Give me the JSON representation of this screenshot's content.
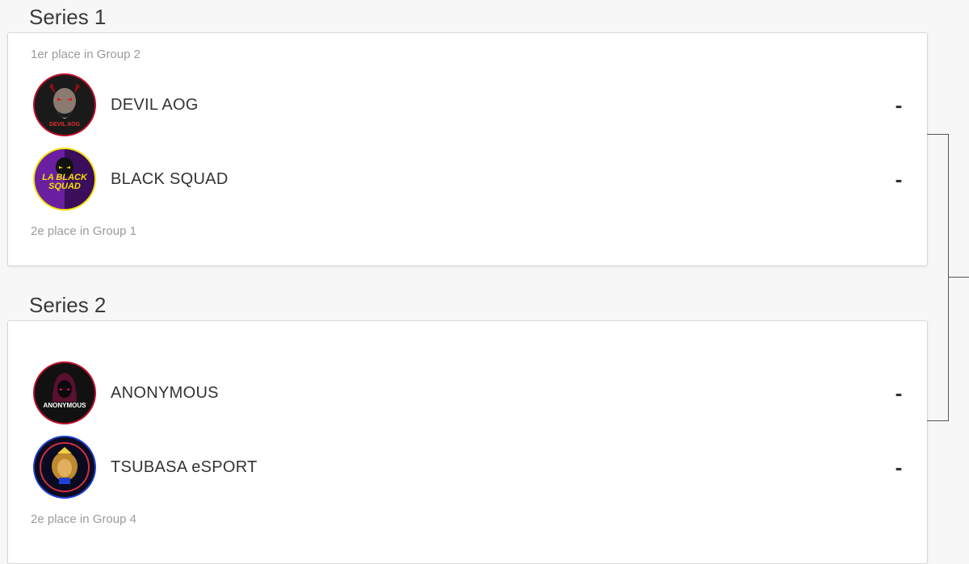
{
  "series": [
    {
      "title": "Series 1",
      "seed_top": "1er place in Group 2",
      "seed_bottom": "2e place in Group 1",
      "teams": [
        {
          "name": "DEVIL AOG",
          "score": "-",
          "logo_icon": "devil-logo-icon",
          "logo_text": "DEVIL AOG"
        },
        {
          "name": "BLACK SQUAD",
          "score": "-",
          "logo_icon": "black-squad-logo-icon",
          "logo_text": "LA BLACK SQUAD"
        }
      ]
    },
    {
      "title": "Series 2",
      "seed_top": "",
      "seed_bottom": "2e place in Group 4",
      "teams": [
        {
          "name": "ANONYMOUS",
          "score": "-",
          "logo_icon": "anonymous-logo-icon",
          "logo_text": "ANONYMOUS"
        },
        {
          "name": "TSUBASA eSPORT",
          "score": "-",
          "logo_icon": "tsubasa-logo-icon",
          "logo_text": ""
        }
      ]
    }
  ],
  "colors": {
    "background": "#f7f7f7",
    "card": "#ffffff",
    "seed_text": "#9a9a9a",
    "devil_ring": "#c0102a",
    "black_squad_ring": "#f2e100",
    "black_squad_fill": "#6a1fa0",
    "anonymous_ring": "#c0102a",
    "tsubasa_ring": "#2040d0"
  }
}
